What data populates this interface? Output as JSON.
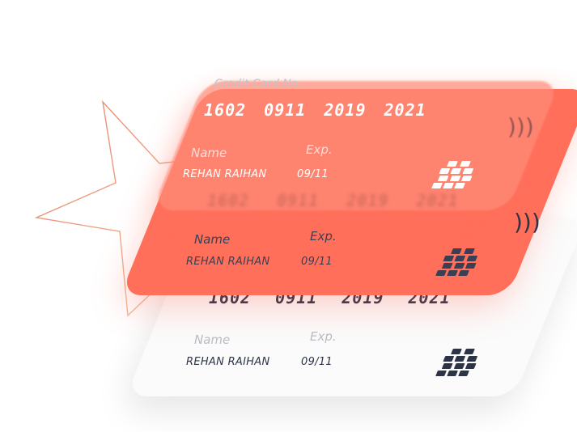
{
  "card": {
    "number_caption": "Credit Card No.",
    "number_groups": [
      "1602",
      "0911",
      "2019",
      "2021"
    ],
    "name_label": "Name",
    "exp_label": "Exp.",
    "holder_name": "REHAN RAIHAN",
    "expiry": "09/11"
  },
  "icons": {
    "star": "star-outline-icon",
    "chip": "chip-icon",
    "contactless": "contactless-icon"
  },
  "colors": {
    "coral": "#ff6f5a",
    "glass": "#ff8c78",
    "white_card": "#fbfbfb",
    "dark_text": "#2e3448",
    "muted_text": "#b9bcc3",
    "star_stroke": "#e8927a"
  }
}
